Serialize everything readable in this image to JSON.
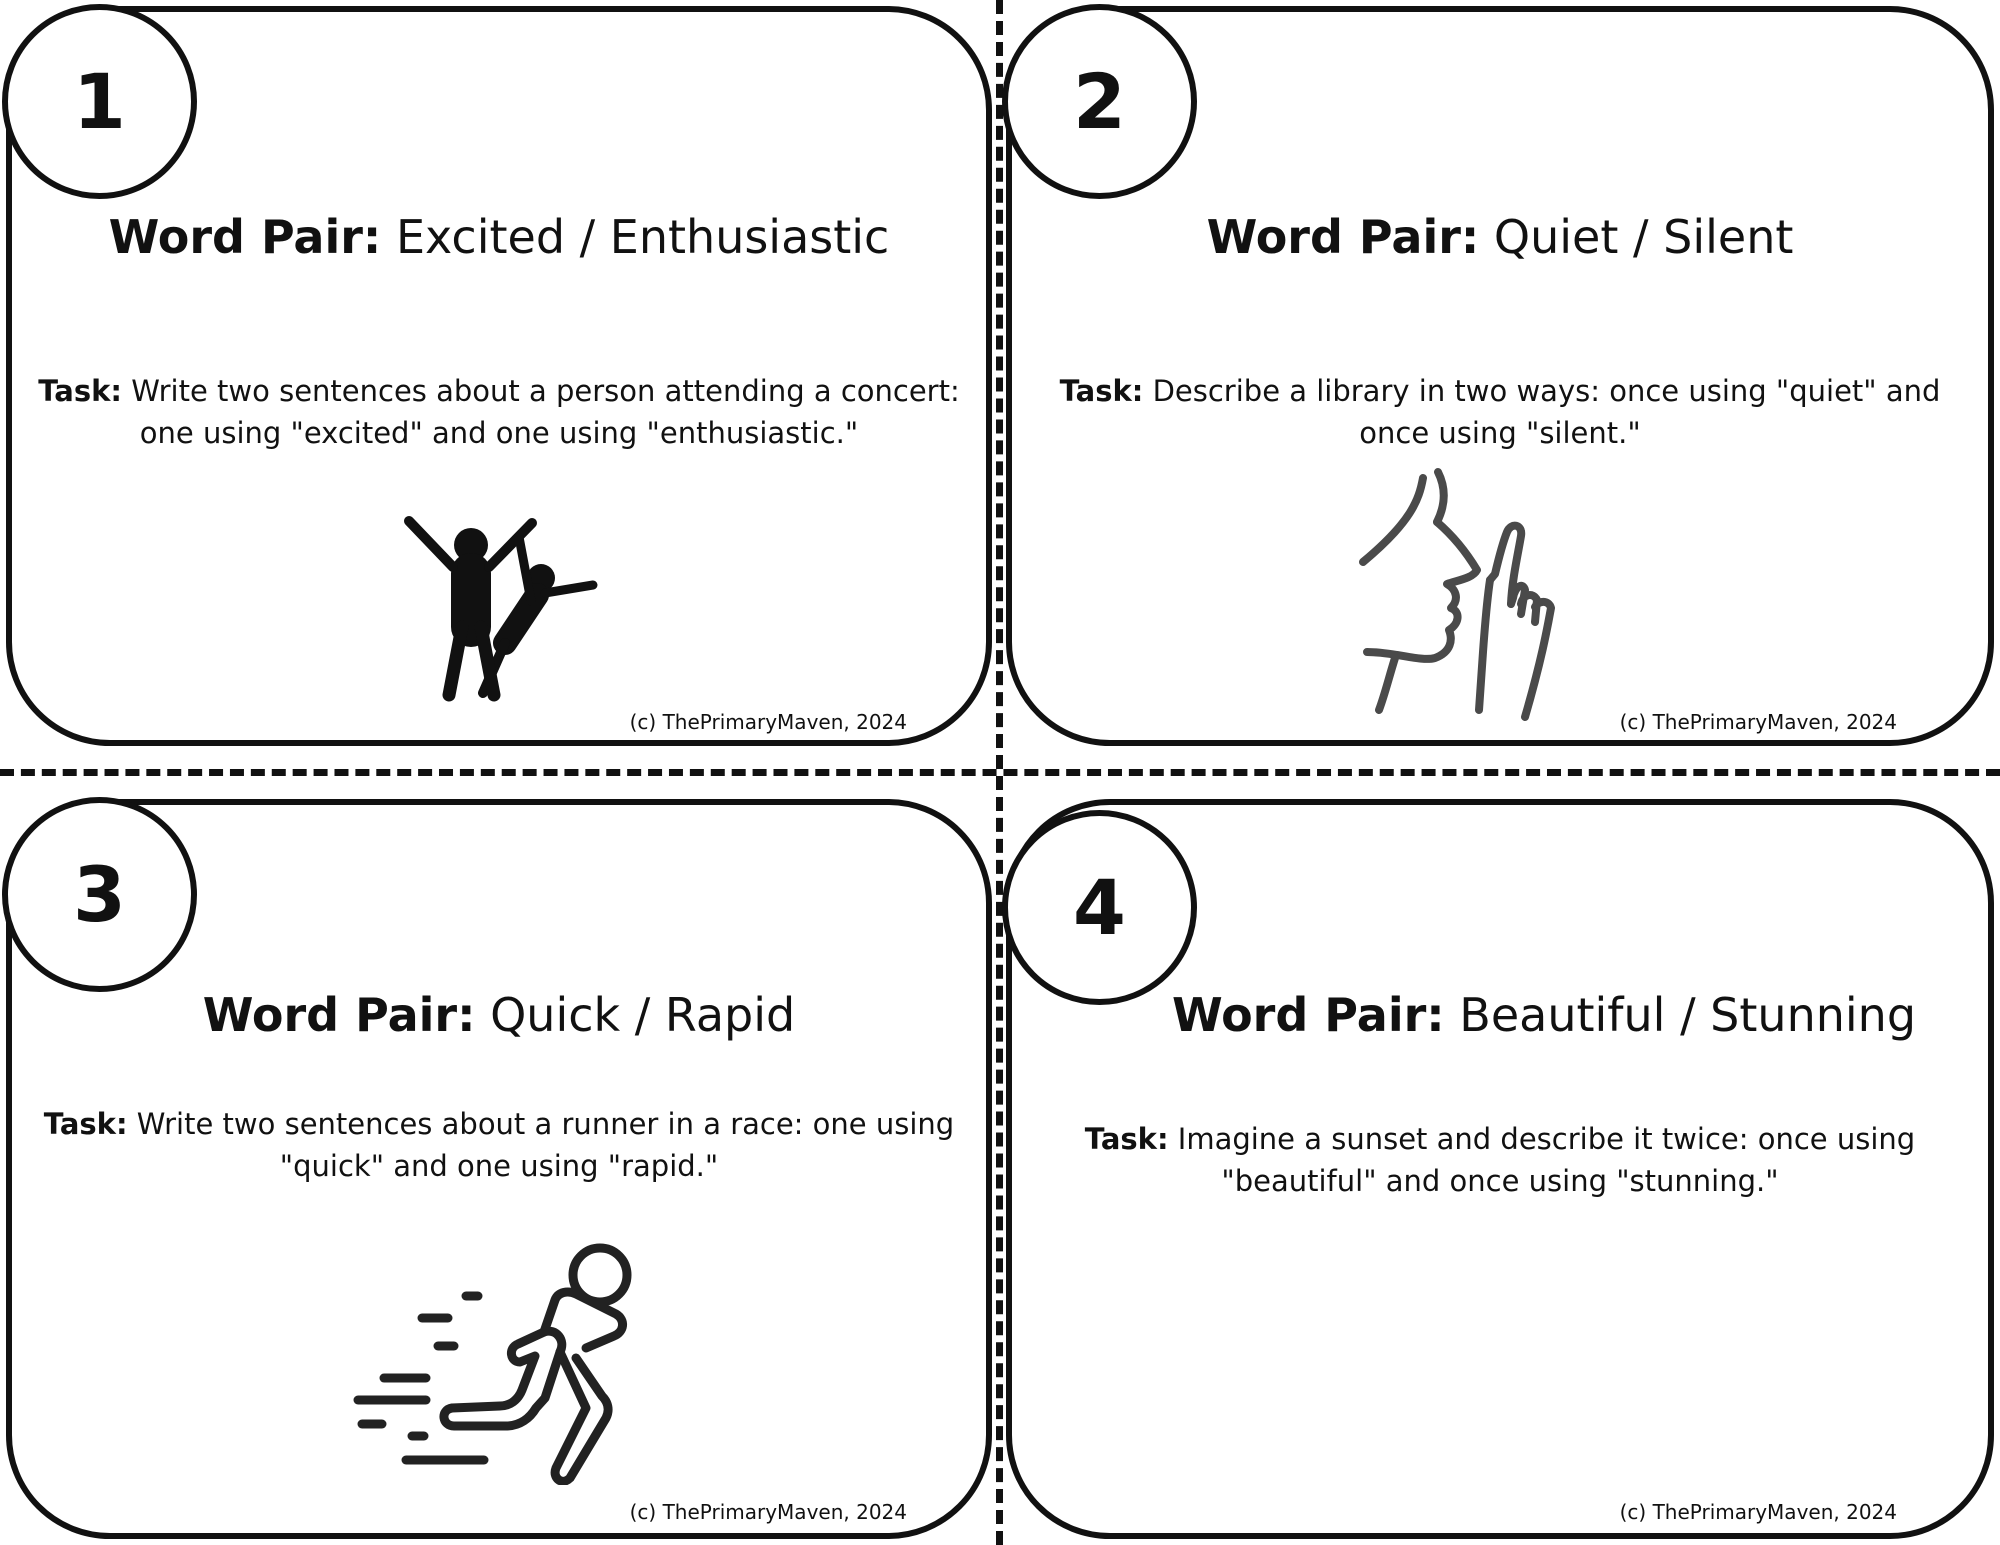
{
  "cards": [
    {
      "number": "1",
      "pair_label": "Word Pair:",
      "pair_words": " Excited / Enthusiastic",
      "task_label": "Task:",
      "task_text": " Write two sentences about a person attending a concert: one using \"excited\" and one using \"enthusiastic.\"",
      "icon": "celebrating-people-icon",
      "copyright": "(c) ThePrimaryMaven, 2024"
    },
    {
      "number": "2",
      "pair_label": "Word Pair:",
      "pair_words": " Quiet / Silent",
      "task_label": "Task:",
      "task_text": " Describe a library in two ways: once using \"quiet\" and once using \"silent.\"",
      "icon": "shush-face-icon",
      "copyright": "(c) ThePrimaryMaven, 2024"
    },
    {
      "number": "3",
      "pair_label": "Word Pair:",
      "pair_words": " Quick / Rapid",
      "task_label": "Task:",
      "task_text": " Write two sentences about a runner in a race: one using \"quick\" and one using \"rapid.\"",
      "icon": "running-person-icon",
      "copyright": "(c) ThePrimaryMaven, 2024"
    },
    {
      "number": "4",
      "pair_label": "Word Pair:",
      "pair_words": " Beautiful / Stunning",
      "task_label": "Task:",
      "task_text": " Imagine a sunset and describe it twice: once using \"beautiful\" and once using \"stunning.\"",
      "icon": "",
      "copyright": "(c) ThePrimaryMaven, 2024"
    }
  ]
}
